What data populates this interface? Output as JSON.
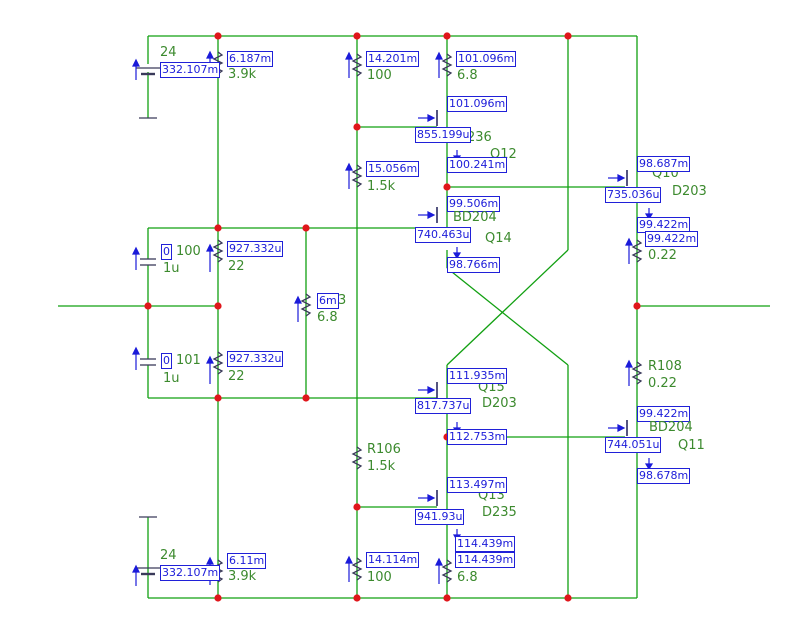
{
  "colors": {
    "wire": "#12a012",
    "node": "#e0161b",
    "component": "#3a3a5a",
    "current_label": "#1b1bd9",
    "value_text": "#3c8a2e",
    "arrow": "#1b1bd9"
  },
  "supply_top": {
    "name": "24",
    "current": "332.107m"
  },
  "supply_bottom": {
    "name": "24",
    "current": "332.107m"
  },
  "r_top_left": {
    "current": "6.187m",
    "value": "3.9k"
  },
  "r_bottom_left": {
    "current": "6.11m",
    "value": "3.9k"
  },
  "c100": {
    "voltage": "0",
    "name": "100",
    "value": "1u"
  },
  "c101": {
    "voltage": "0",
    "name": "101",
    "value": "1u"
  },
  "r_22_top": {
    "current": "927.332u",
    "value": "22"
  },
  "r_22_bottom": {
    "current": "927.332u",
    "value": "22"
  },
  "r_pot_left": {
    "current": "6m",
    "name_fragment": "3",
    "value": "6.8"
  },
  "r_100_top": {
    "current": "14.201m",
    "value": "100"
  },
  "r_15k_top": {
    "current": "15.056m",
    "value": "1.5k"
  },
  "r106": {
    "name": "R106",
    "value": "1.5k"
  },
  "r_100_bottom": {
    "current": "14.114m",
    "value": "100"
  },
  "r_68_top": {
    "current": "101.096m",
    "value": "6.8"
  },
  "r_68_bottom": {
    "current": "114.439m",
    "value": "6.8"
  },
  "q12": {
    "ib": "101.096m",
    "ie": "855.199u",
    "ic": "100.241m",
    "type_fragment": "D236",
    "name_fragment": "Q12"
  },
  "q14": {
    "ib": "99.506m",
    "type": "BD204",
    "ie": "740.463u",
    "name": "Q14",
    "ic": "98.766m"
  },
  "q15": {
    "ib": "111.935m",
    "name_fragment": "Q15",
    "ie": "817.737u",
    "type_fragment": "D203",
    "ic": "112.753m"
  },
  "q13": {
    "ib": "113.497m",
    "name_fragment": "Q13",
    "ie": "941.93u",
    "type_fragment": "D235",
    "ic": "114.439m"
  },
  "q10": {
    "ib": "98.687m",
    "name_fragment": "Q10",
    "ie": "735.036u",
    "type_fragment": "D203",
    "ic": "99.422m"
  },
  "r_022_top": {
    "current": "99.422m",
    "value": "0.22"
  },
  "r108": {
    "name": "R108",
    "value": "0.22"
  },
  "q11": {
    "ib": "99.422m",
    "type": "BD204",
    "ie": "744.051u",
    "name": "Q11",
    "ic": "98.678m"
  }
}
